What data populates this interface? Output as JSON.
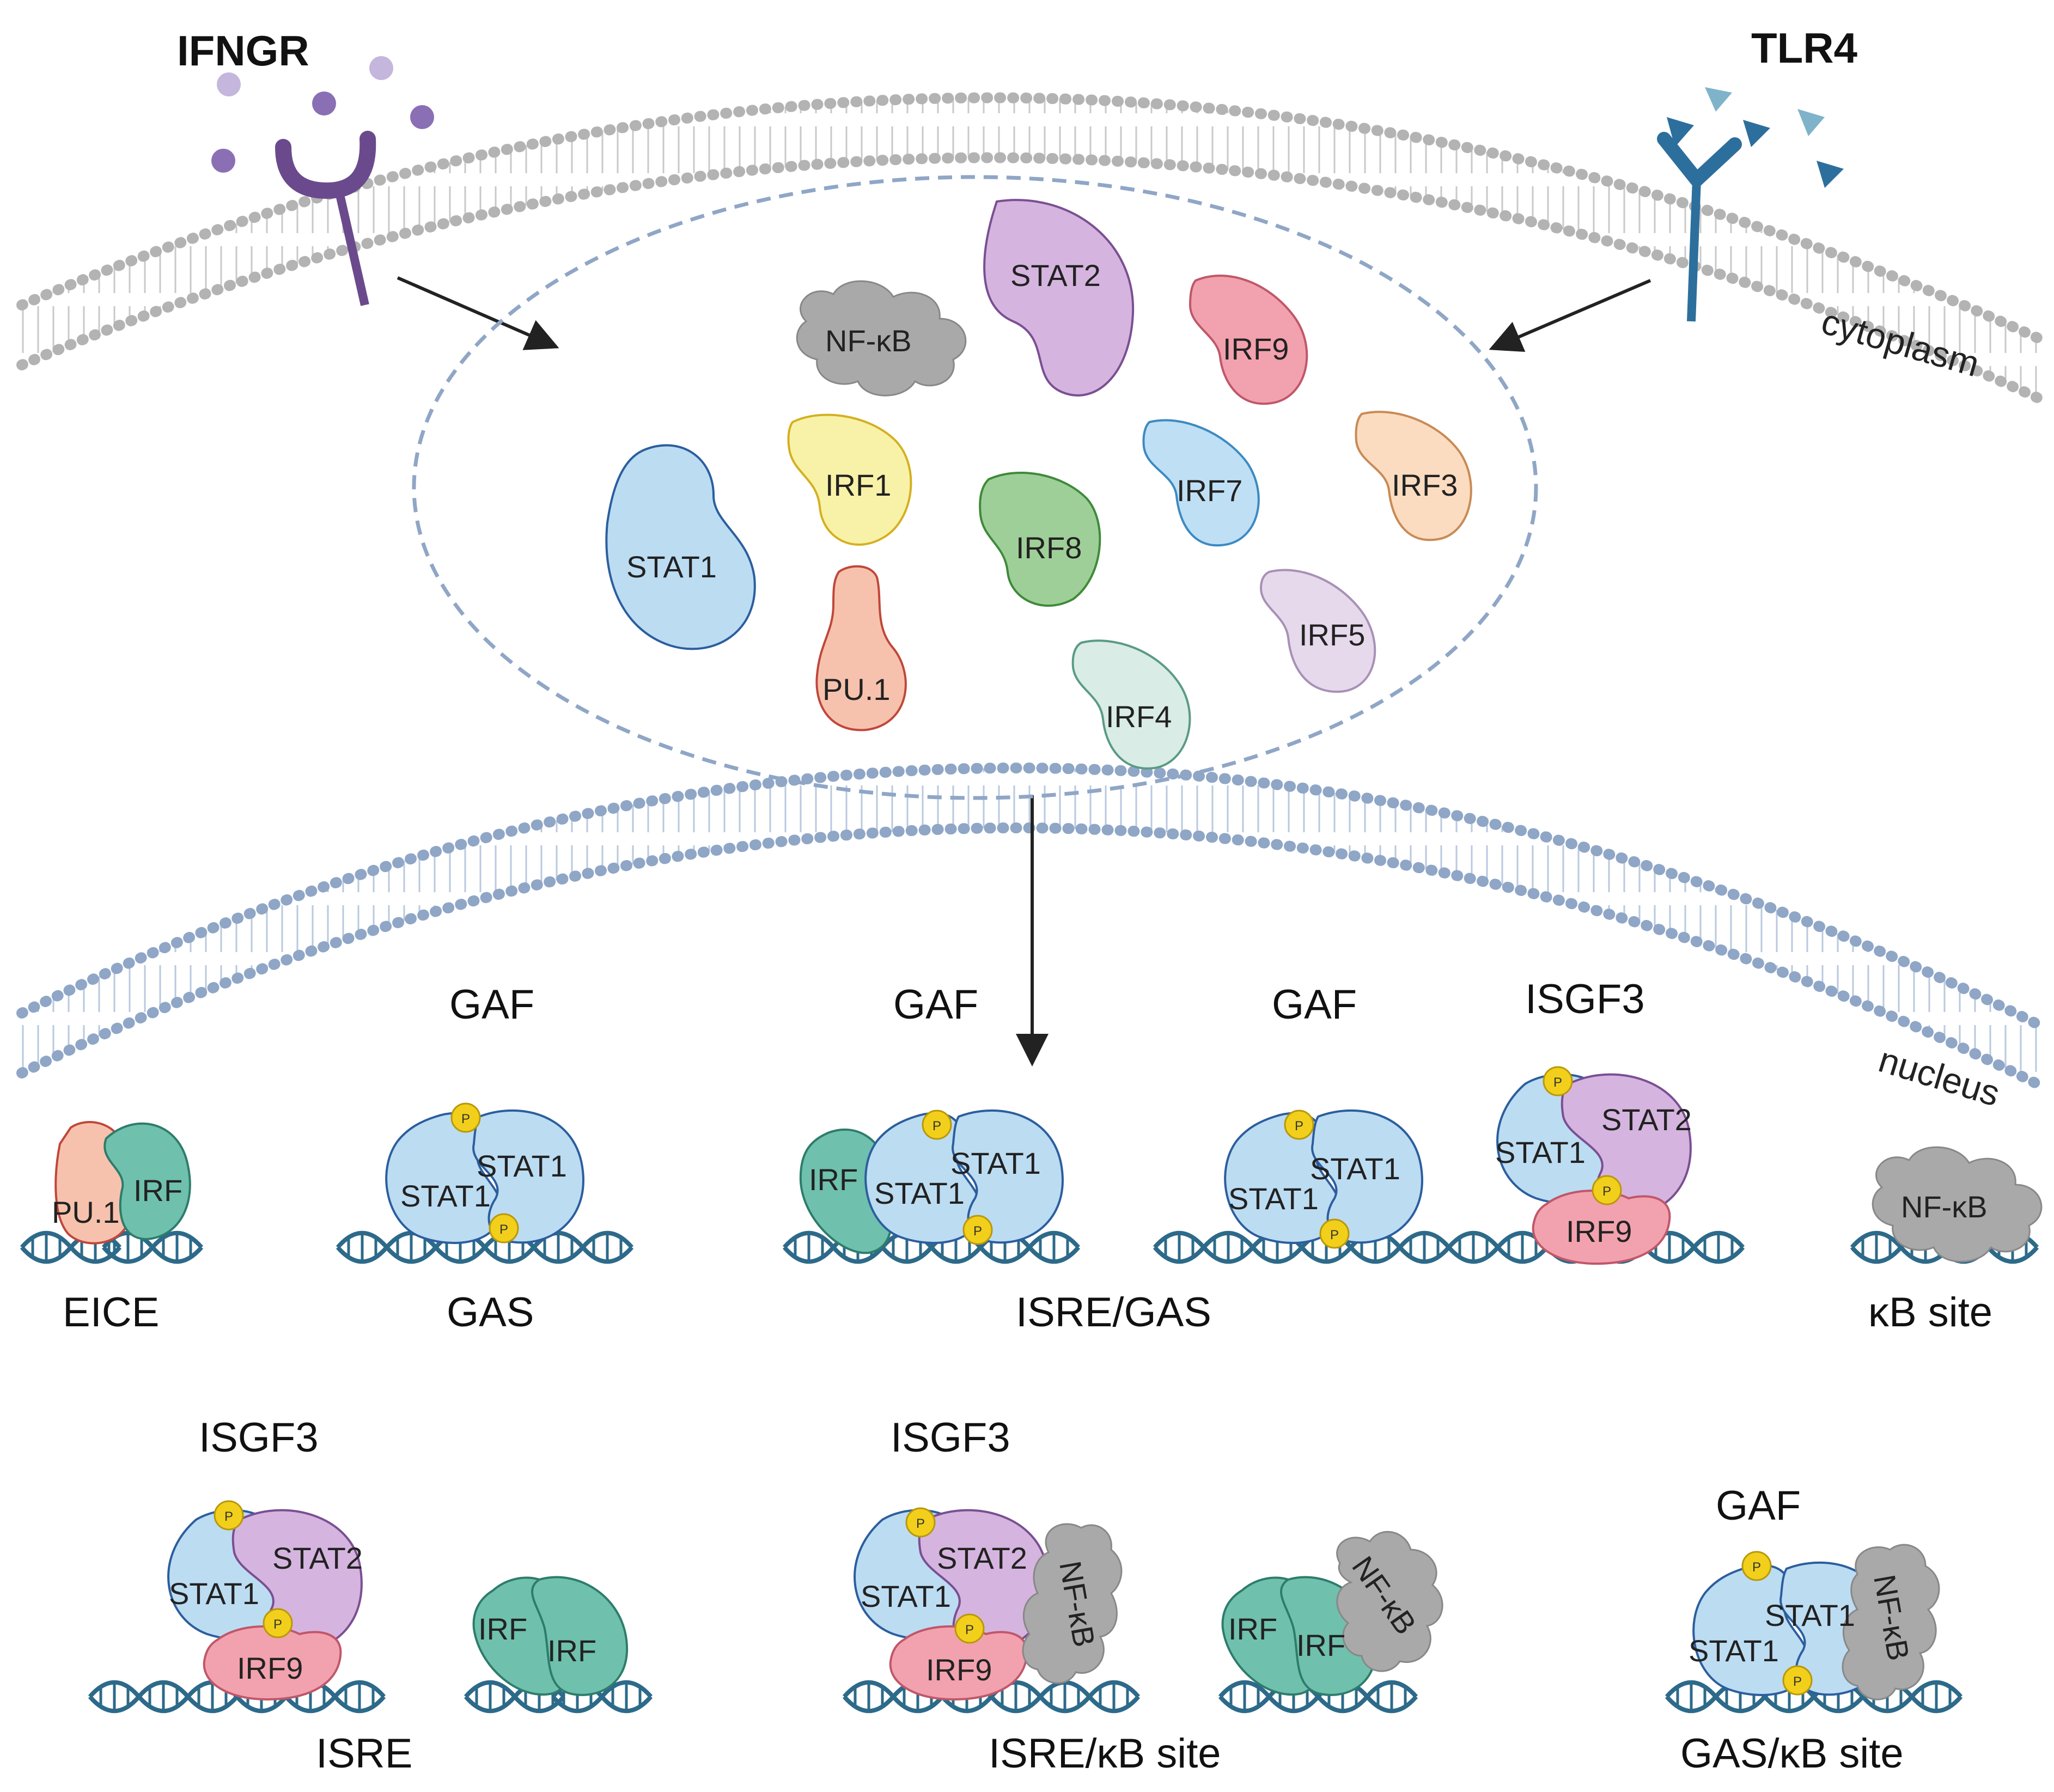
{
  "receptors": {
    "ifngr": "IFNGR",
    "tlr4": "TLR4"
  },
  "compartments": {
    "cytoplasm": "cytoplasm",
    "nucleus": "nucleus"
  },
  "cytoplasm_proteins": {
    "stat2": "STAT2",
    "nfkb": "NF-κB",
    "irf9": "IRF9",
    "irf1": "IRF1",
    "stat1": "STAT1",
    "irf8": "IRF8",
    "irf7": "IRF7",
    "irf3": "IRF3",
    "pu1": "PU.1",
    "irf5": "IRF5",
    "irf4": "IRF4"
  },
  "complexes": {
    "gaf": "GAF",
    "isgf3": "ISGF3",
    "stat1": "STAT1",
    "stat2": "STAT2",
    "irf9": "IRF9",
    "irf": "IRF",
    "pu1": "PU.1",
    "nfkb": "NF-κB",
    "p": "P"
  },
  "sites": {
    "eice": "EICE",
    "gas": "GAS",
    "isre_gas": "ISRE/GAS",
    "kb_site": "κB site",
    "isre": "ISRE",
    "isre_kb": "ISRE/κB site",
    "gas_kb": "GAS/κB site"
  },
  "colors": {
    "stat1": "#bcdcf2",
    "stat2": "#d5b5df",
    "irf9": "#f2a2ae",
    "irf1": "#f8f2a8",
    "irf8": "#9fcf98",
    "irf7": "#bfdff4",
    "irf3": "#fbdcc0",
    "pu1": "#f7c2ad",
    "irf5": "#e6d9ec",
    "irf4": "#d9ece6",
    "irf_complex": "#6fc0ad",
    "nfkb": "#a9a9a9",
    "phospho": "#f2cf1a",
    "dna": "#2d6a8a",
    "membrane": "#8fa6c6",
    "ifngr": "#6a4a8c",
    "tlr4": "#2d6f9c"
  }
}
